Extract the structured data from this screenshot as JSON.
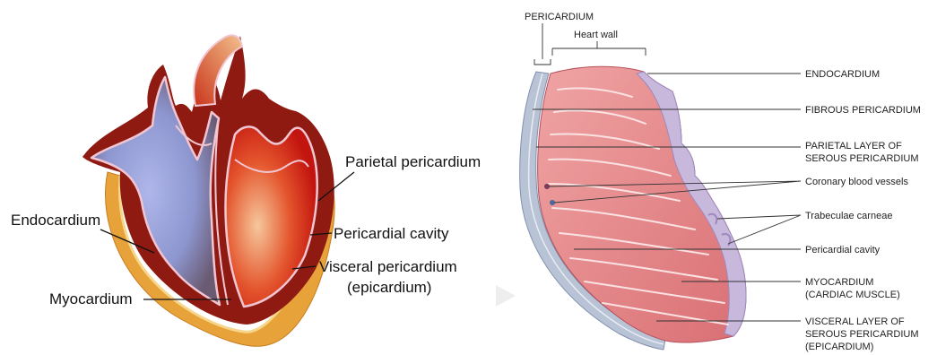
{
  "left_diagram": {
    "labels": {
      "parietal": "Parietal pericardium",
      "endocardium": "Endocardium",
      "cavity": "Pericardial cavity",
      "visceral_line1": "Visceral pericardium",
      "visceral_line2": "(epicardium)",
      "myocardium": "Myocardium"
    },
    "colors": {
      "outer_layer": "#e8a23a",
      "wall": "#8e1a12",
      "right_chambers": "#9aa3d8",
      "left_chambers": "#d8281c",
      "lining": "#f1c6d3"
    }
  },
  "right_diagram": {
    "labels": {
      "pericardium": "PERICARDIUM",
      "heart_wall": "Heart wall",
      "endocardium": "ENDOCARDIUM",
      "fibrous": "FIBROUS PERICARDIUM",
      "parietal_l1": "PARIETAL LAYER OF",
      "parietal_l2": "SEROUS PERICARDIUM",
      "coronary": "Coronary blood vessels",
      "trabeculae": "Trabeculae carneae",
      "cavity": "Pericardial cavity",
      "myo_l1": "MYOCARDIUM",
      "myo_l2": "(CARDIAC MUSCLE)",
      "visceral_l1": "VISCERAL LAYER OF",
      "visceral_l2": "SEROUS PERICARDIUM",
      "visceral_l3": "(EPICARDIUM)"
    },
    "colors": {
      "muscle": "#e58a8c",
      "muscle_light": "#f3c0bf",
      "endo": "#c7b8dc",
      "pericardium": "#b9c3d6"
    }
  }
}
